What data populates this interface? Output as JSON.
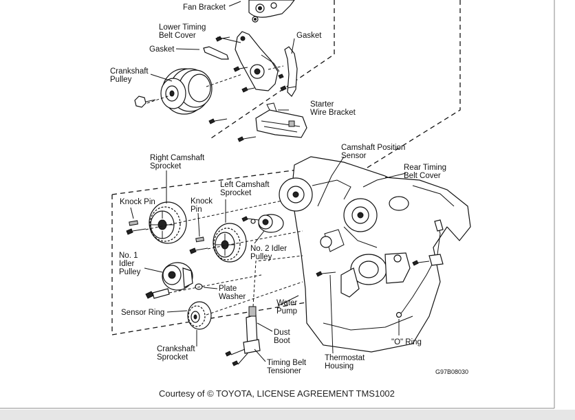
{
  "labels": {
    "fan_bracket": "Fan Bracket",
    "lower_timing_1": "Lower Timing",
    "lower_timing_2": "Belt Cover",
    "gasket_top": "Gasket",
    "gasket_left": "Gasket",
    "crankshaft_pulley_1": "Crankshaft",
    "crankshaft_pulley_2": "Pulley",
    "starter_1": "Starter",
    "starter_2": "Wire Bracket",
    "cam_pos_1": "Camshaft Position",
    "cam_pos_2": "Sensor",
    "right_cam_1": "Right Camshaft",
    "right_cam_2": "Sprocket",
    "rear_timing_1": "Rear Timing",
    "rear_timing_2": "Belt Cover",
    "left_cam_1": "Left Camshaft",
    "left_cam_2": "Sprocket",
    "knock_pin_1": "Knock Pin",
    "knock_pin2_1": "Knock",
    "knock_pin2_2": "Pin",
    "idler2_1": "No. 2 Idler",
    "idler2_2": "Pulley",
    "idler1_1": "No. 1",
    "idler1_2": "Idler",
    "idler1_3": "Pulley",
    "plate_1": "Plate",
    "plate_2": "Washer",
    "sensor_ring": "Sensor Ring",
    "water_pump_1": "Water",
    "water_pump_2": "Pump",
    "dust_boot_1": "Dust",
    "dust_boot_2": "Boot",
    "o_ring": "\"O\" Ring",
    "crank_sprocket_1": "Crankshaft",
    "crank_sprocket_2": "Sprocket",
    "tensioner_1": "Timing Belt",
    "tensioner_2": "Tensioner",
    "thermostat_1": "Thermostat",
    "thermostat_2": "Housing",
    "ref_code": "G97B08030"
  },
  "credit": "Courtesy of © TOYOTA, LICENSE AGREEMENT TMS1002",
  "colors": {
    "background": "#ffffff",
    "ink": "#111111",
    "scrollbar": "#e6e6e6"
  }
}
